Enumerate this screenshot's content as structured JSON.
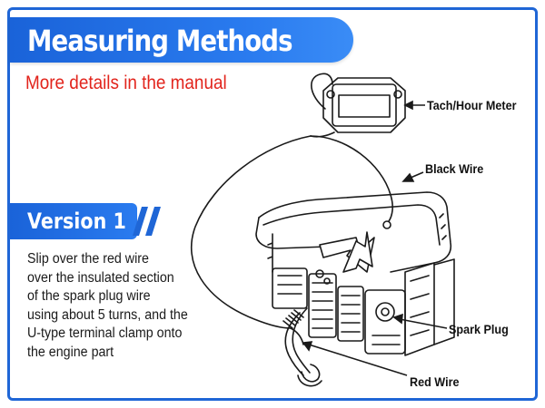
{
  "title": "Measuring Methods",
  "subtitle": "More details in the manual",
  "version": "Version 1",
  "description_lines": [
    "Slip over the red wire",
    "over the insulated section",
    "of the spark plug wire",
    "using about 5 turns, and the",
    "U-type terminal clamp onto",
    "the engine part"
  ],
  "labels": {
    "tach_meter": "Tach/Hour Meter",
    "black_wire": "Black Wire",
    "spark_plug": "Spark Plug",
    "red_wire": "Red Wire"
  },
  "colors": {
    "accent_blue": "#1f66d6",
    "subtitle_red": "#e2241c"
  }
}
